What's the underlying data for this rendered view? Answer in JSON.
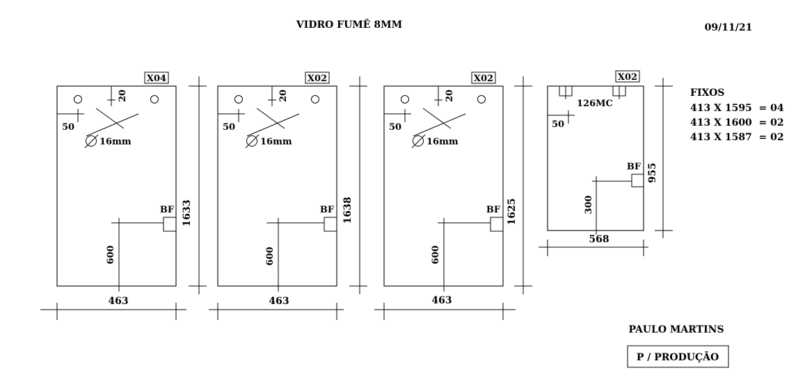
{
  "header": {
    "title": "VIDRO FUMÊ 8MM",
    "date": "09/11/21"
  },
  "panels": [
    {
      "tag": "X04",
      "width": "463",
      "height": "1633",
      "top_offset": "20",
      "side_offset": "50",
      "hole_label": "16mm",
      "hardware_label": "BF",
      "hardware_height": "600"
    },
    {
      "tag": "X02",
      "width": "463",
      "height": "1638",
      "top_offset": "20",
      "side_offset": "50",
      "hole_label": "16mm",
      "hardware_label": "BF",
      "hardware_height": "600"
    },
    {
      "tag": "X02",
      "width": "463",
      "height": "1625",
      "top_offset": "20",
      "side_offset": "50",
      "hole_label": "16mm",
      "hardware_label": "BF",
      "hardware_height": "600"
    },
    {
      "tag": "X02",
      "width": "568",
      "height": "955",
      "notch_label": "126MC",
      "side_offset": "50",
      "hardware_label": "BF",
      "hardware_height": "300"
    }
  ],
  "fixos": {
    "title": "FIXOS",
    "lines": [
      "413 X 1595  = 04",
      "413 X 1600  = 02",
      "413 X 1587  = 02"
    ]
  },
  "footer": {
    "author": "PAULO MARTINS",
    "stamp": "P / PRODUÇÃO"
  }
}
